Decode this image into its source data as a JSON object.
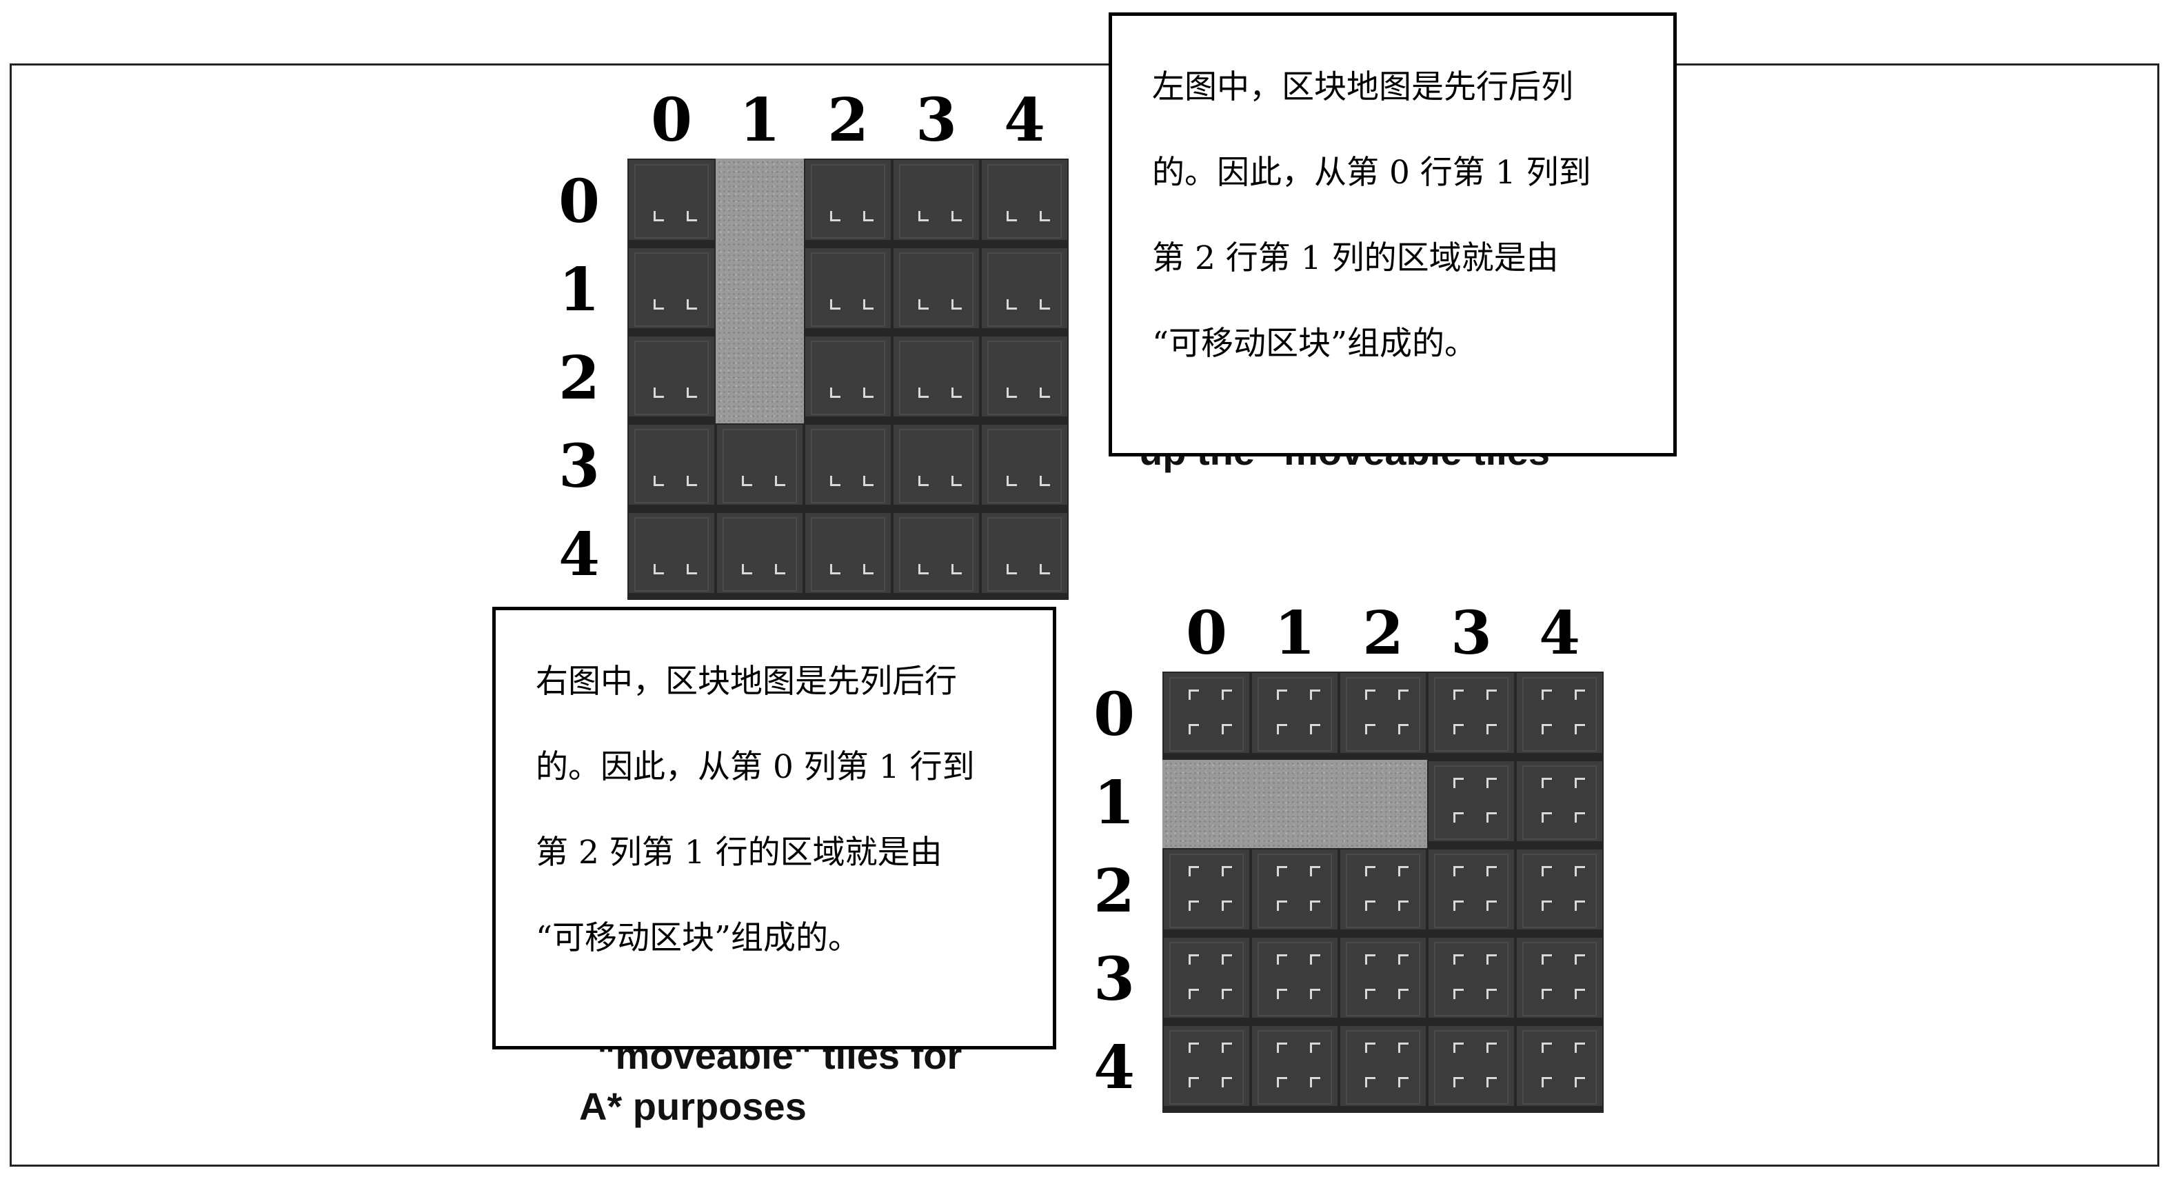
{
  "colors": {
    "wall": "#3c3c3c",
    "wall_edge": "#262626",
    "floor": "#9a9a9a",
    "ink": "#000000"
  },
  "grids": [
    {
      "id": "left",
      "col_labels": [
        "0",
        "1",
        "2",
        "3",
        "4"
      ],
      "row_labels": [
        "0",
        "1",
        "2",
        "3",
        "4"
      ],
      "moveable": [
        [
          0,
          1
        ],
        [
          1,
          1
        ],
        [
          2,
          1
        ]
      ],
      "orientation": "row-major"
    },
    {
      "id": "right",
      "col_labels": [
        "0",
        "1",
        "2",
        "3",
        "4"
      ],
      "row_labels": [
        "0",
        "1",
        "2",
        "3",
        "4"
      ],
      "moveable": [
        [
          1,
          0
        ],
        [
          1,
          1
        ],
        [
          1,
          2
        ]
      ],
      "orientation": "column-major"
    }
  ],
  "callouts": {
    "top": {
      "lines": [
        "左图中，区块地图是先行后列",
        "的。因此，从第 0 行第 1 列到",
        "第 2 行第 1 列的区域就是由",
        "“可移动区块”组成的。"
      ],
      "ghost": "up the \"moveable tiles\""
    },
    "bottom": {
      "lines": [
        "右图中，区块地图是先列后行",
        "的。因此，从第 0 列第 1 行到",
        "第 2 列第 1 行的区域就是由",
        "“可移动区块”组成的。"
      ],
      "ghost_lines": [
        "\"moveable\" tiles for",
        "A* purposes"
      ]
    }
  }
}
